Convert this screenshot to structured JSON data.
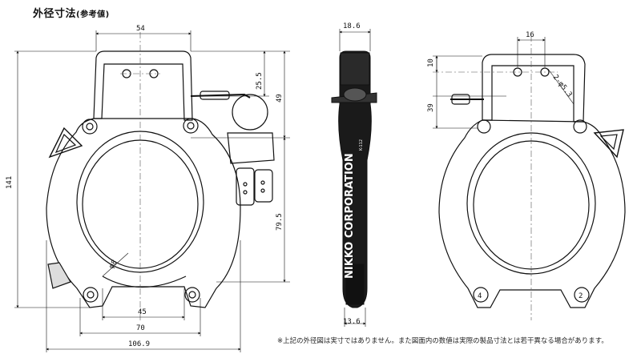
{
  "title": {
    "main": "外径寸法",
    "sub": "(参考値)"
  },
  "note": "※上記の外径図は実寸ではありません。また図面内の数値は実際の製品寸法とは若干異なる場合があります。",
  "dims": {
    "d54": "54",
    "d141": "141",
    "d25_5": "25.5",
    "d49": "49",
    "d79_5": "79.5",
    "d45": "45",
    "d70": "70",
    "d106_9": "106.9",
    "d8": "φ8",
    "d18_6": "18.6",
    "d13_6": "13.6",
    "d16": "16",
    "d10": "10",
    "d39": "39",
    "d2_5_3": "2-φ5.3"
  },
  "brand": {
    "name": "NIKKO CORPORATION",
    "model": "K-112"
  },
  "screw_labels": [
    "4",
    "2"
  ]
}
